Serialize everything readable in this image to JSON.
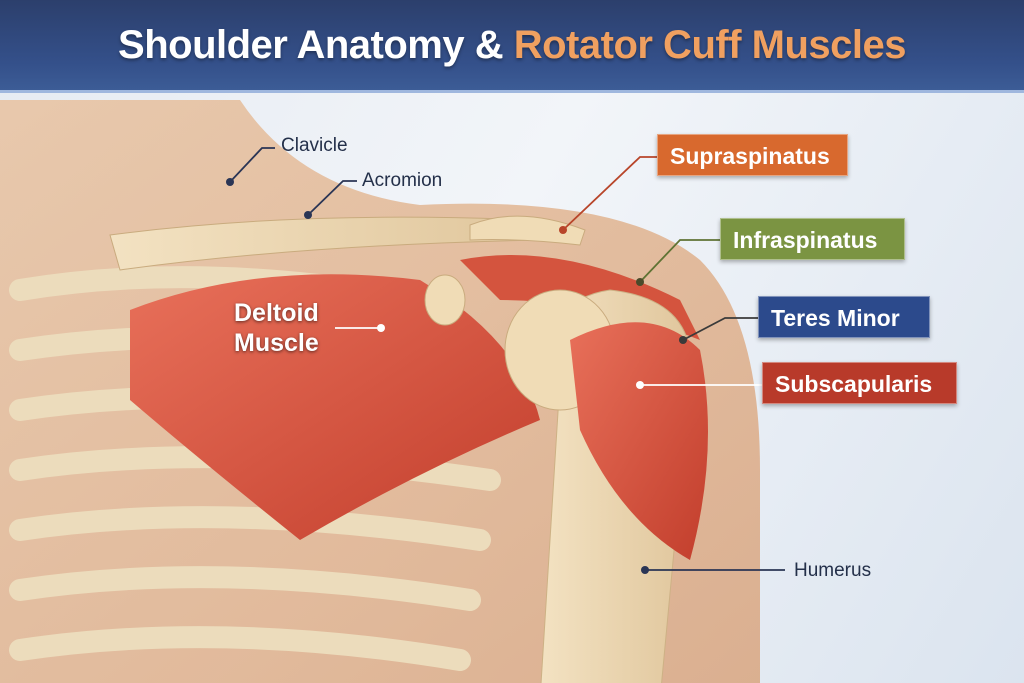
{
  "title": {
    "part1": "Shoulder Anatomy & ",
    "part2": "Rotator Cuff Muscles"
  },
  "labels": {
    "clavicle": "Clavicle",
    "acromion": "Acromion",
    "deltoid_line1": "Deltoid",
    "deltoid_line2": "Muscle",
    "humerus": "Humerus"
  },
  "boxes": [
    {
      "label": "Supraspinatus",
      "color": "#d8692e"
    },
    {
      "label": "Infraspinatus",
      "color": "#7b9442"
    },
    {
      "label": "Teres Minor",
      "color": "#2c4a8c"
    },
    {
      "label": "Subscapularis",
      "color": "#b83a2a"
    }
  ]
}
